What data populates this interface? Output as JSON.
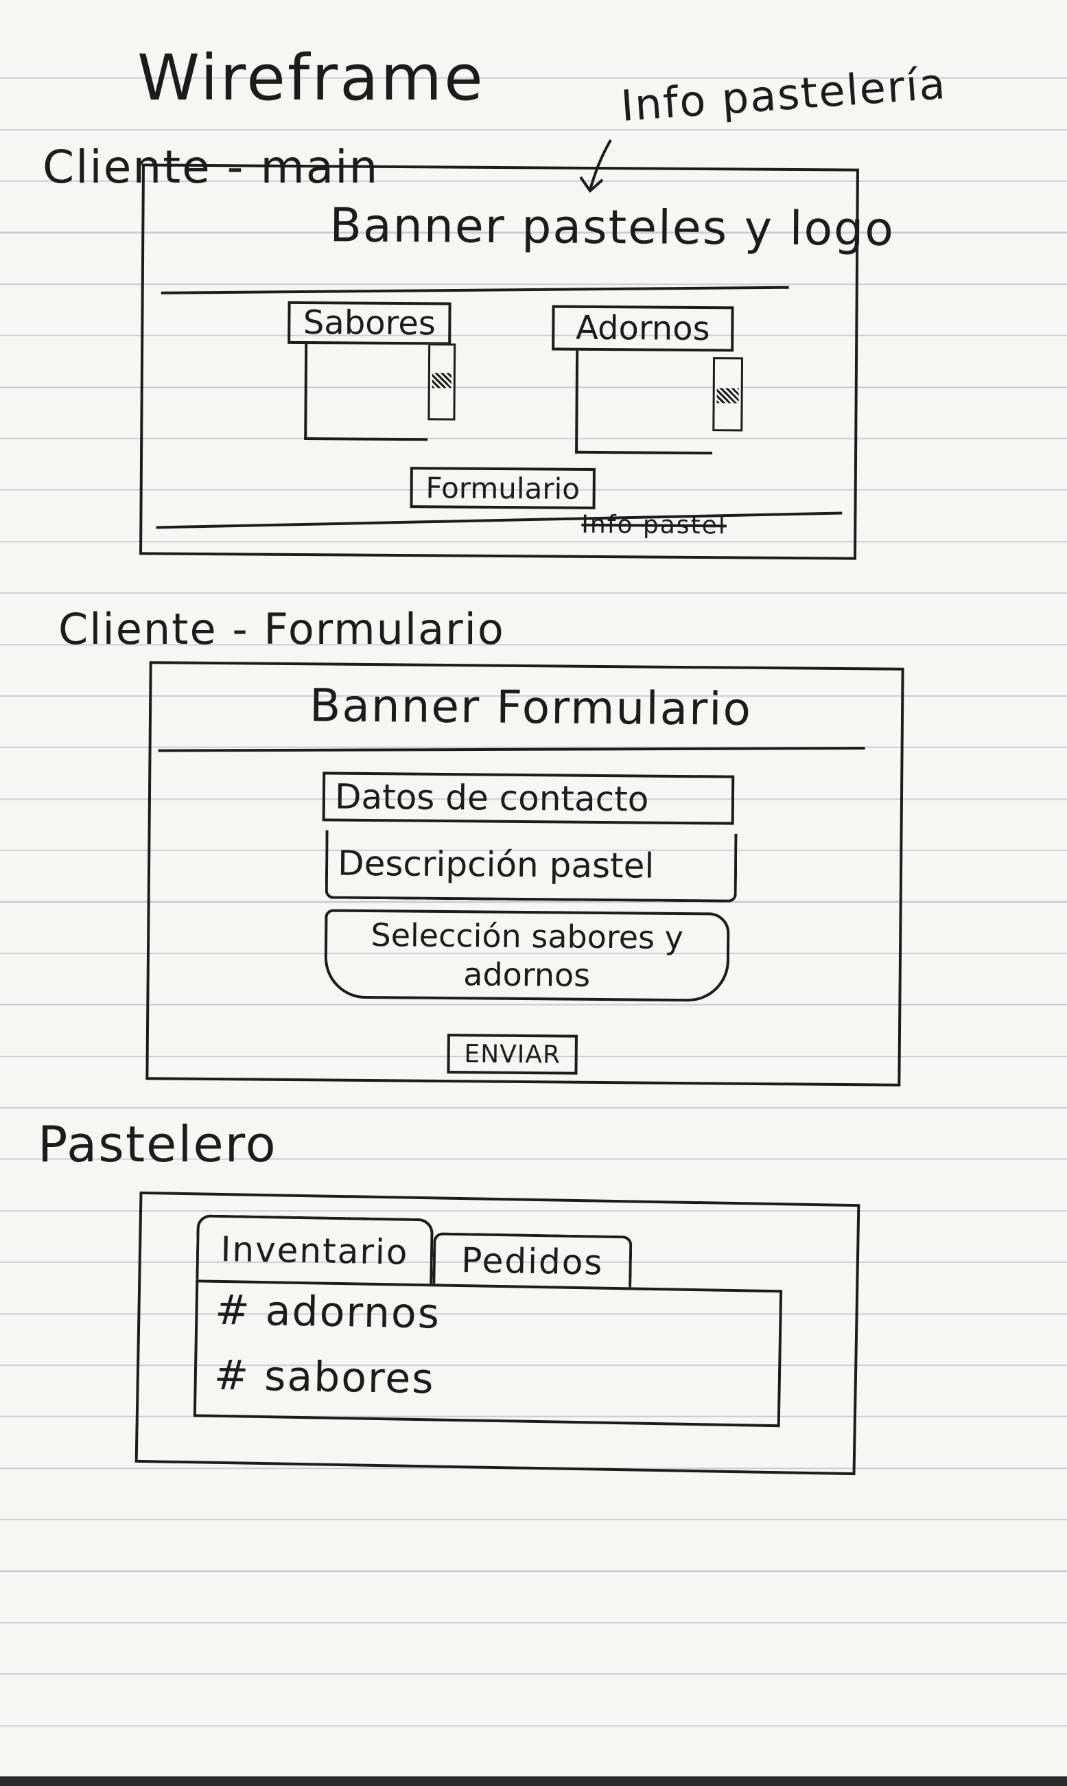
{
  "title": "Wireframe",
  "screen_main": {
    "heading": "Cliente - main",
    "annotation": "Info pastelería",
    "banner": "Banner pasteles y logo",
    "list_flavors": "Sabores",
    "list_decorations": "Adornos",
    "form_button": "Formulario",
    "footer_struck": "Info pastel"
  },
  "screen_form": {
    "heading": "Cliente - Formulario",
    "banner": "Banner Formulario",
    "field_contact": "Datos de contacto",
    "field_description": "Descripción pastel",
    "field_selection": "Selección sabores y adornos",
    "send_button": "ENVIAR"
  },
  "screen_baker": {
    "heading": "Pastelero",
    "tabs": [
      {
        "label": "Inventario"
      },
      {
        "label": "Pedidos"
      }
    ],
    "rows": [
      {
        "label": "# adornos"
      },
      {
        "label": "# sabores"
      }
    ]
  }
}
